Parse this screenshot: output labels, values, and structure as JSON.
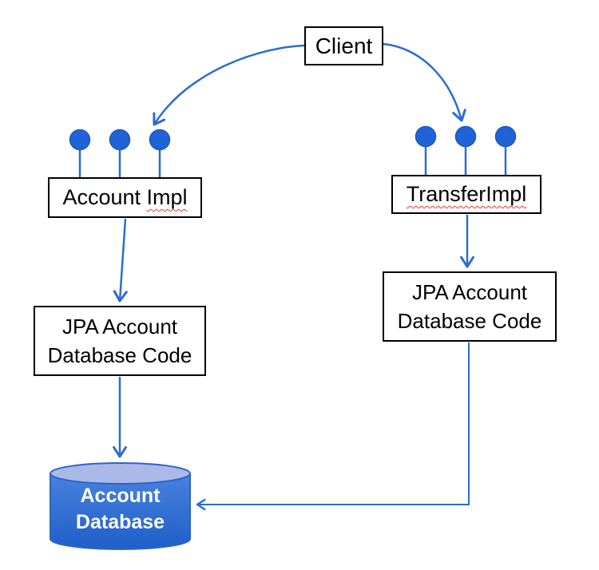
{
  "nodes": {
    "client": {
      "label": "Client"
    },
    "account_impl": {
      "label_prefix": "Account",
      "label_misspelled": "Impl"
    },
    "transfer_impl": {
      "label_misspelled": "TransferImpl"
    },
    "jpa_account_left": {
      "line1": "JPA Account",
      "line2": "Database Code"
    },
    "jpa_account_right": {
      "line1": "JPA Account",
      "line2": "Database Code"
    },
    "account_database": {
      "line1": "Account",
      "line2": "Database"
    }
  },
  "icons": {
    "lollipop_left": "interface-lollipop-icon x3 above Account Impl",
    "lollipop_right": "interface-lollipop-icon x3 above TransferImpl",
    "database": "database-cylinder-icon"
  },
  "colors": {
    "connector_blue": "#2b6bd4",
    "lollipop_fill": "#1f63d6",
    "cylinder_body_top": "#4a82de",
    "cylinder_body_bottom": "#1e5fc9",
    "cylinder_top_face": "#aab9e8",
    "cylinder_stroke": "#2d64c8",
    "box_border": "#000000",
    "box_fill": "#ffffff",
    "box_text": "#000000",
    "database_text": "#ffffff",
    "misspell_squiggle": "#e8392e"
  }
}
